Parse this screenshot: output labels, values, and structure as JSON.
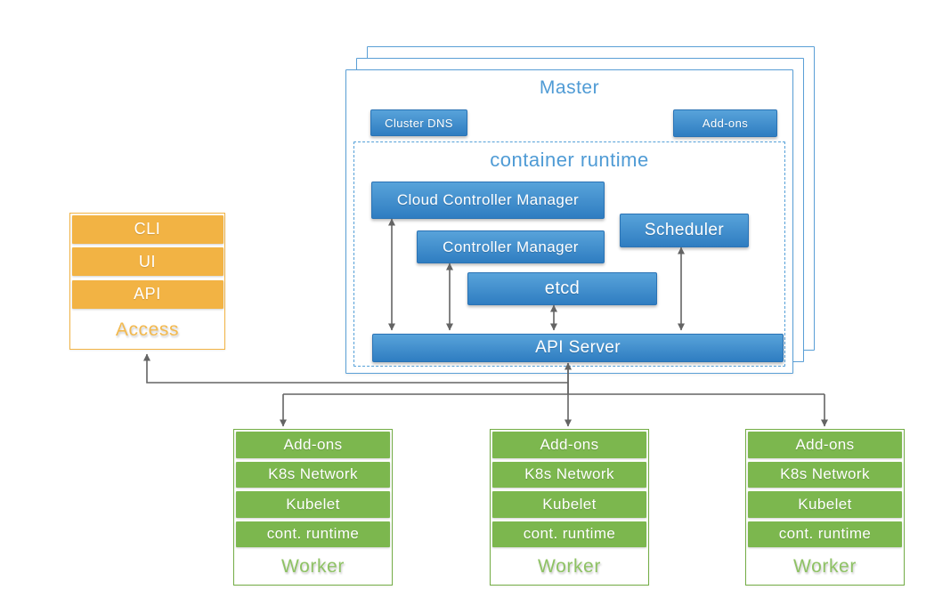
{
  "colors": {
    "blue_fill": "#3787c8",
    "blue_border": "#2a73b5",
    "light_blue_text": "#4f9bd5",
    "stack_border_blue": "#5a9fd6",
    "orange": "#f2b344",
    "orange_label_text": "#f3b94e",
    "green": "#7cb74e",
    "green_border": "#74ad46",
    "green_label_text": "#8ec264",
    "arrow_gray": "#646464"
  },
  "access_stack": {
    "items": [
      "CLI",
      "UI",
      "API"
    ],
    "label": "Access"
  },
  "master": {
    "title": "Master",
    "cluster_dns": "Cluster DNS",
    "addons": "Add-ons",
    "container_runtime": {
      "title": "container runtime",
      "cloud_controller_manager": "Cloud Controller Manager",
      "controller_manager": "Controller Manager",
      "scheduler": "Scheduler",
      "etcd": "etcd",
      "api_server": "API Server"
    }
  },
  "workers": {
    "count": 3,
    "rows": [
      "Add-ons",
      "K8s Network",
      "Kubelet",
      "cont. runtime"
    ],
    "label": "Worker"
  }
}
